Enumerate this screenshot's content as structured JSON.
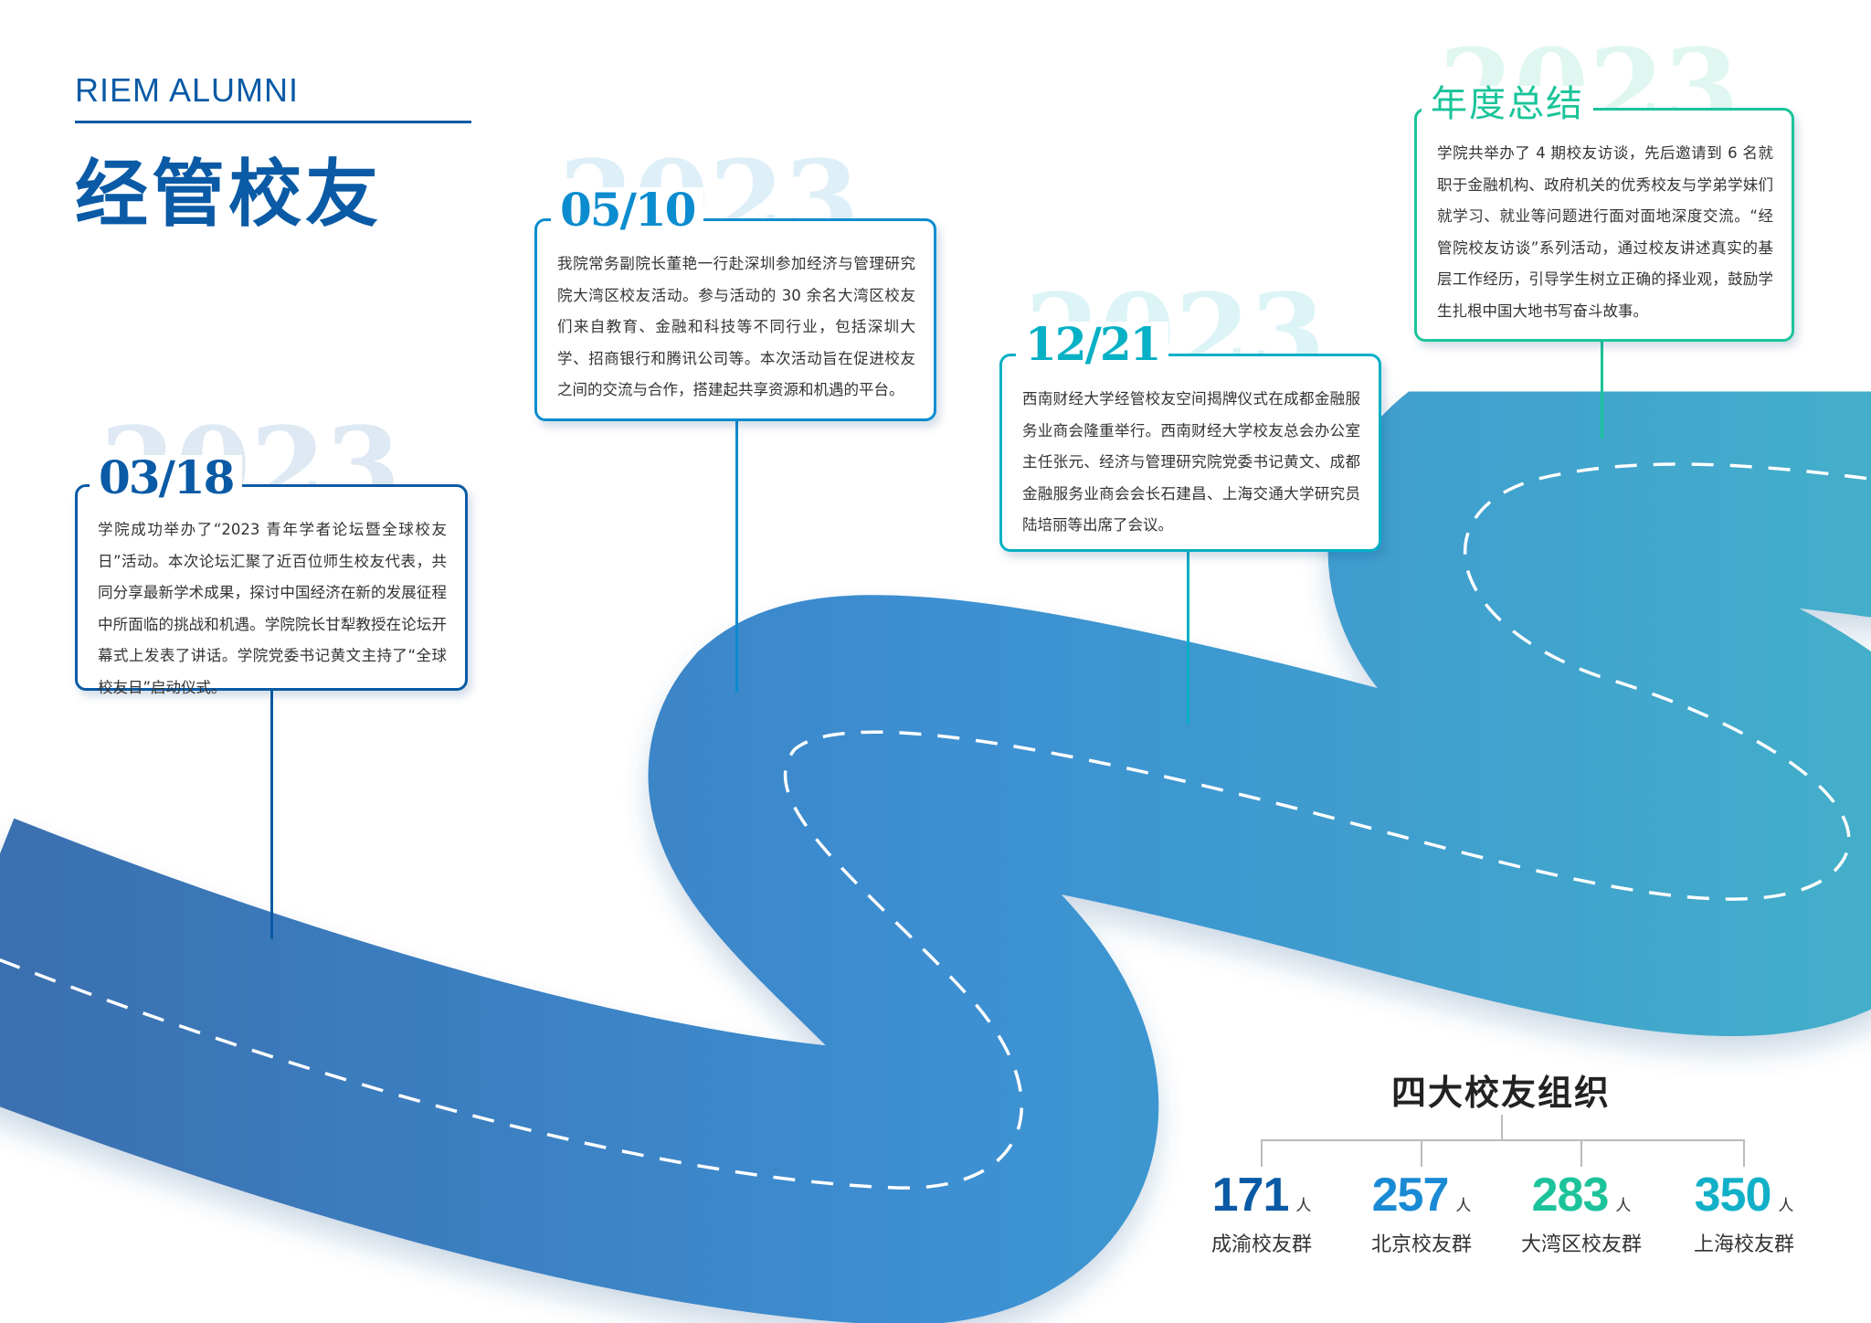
{
  "header": {
    "brand": "RIEM ALUMNI",
    "title": "经管校友"
  },
  "timeline": [
    {
      "year": "2023",
      "date": "03/18",
      "color": "#0a5aa5",
      "text": "学院成功举办了“2023 青年学者论坛暨全球校友日”活动。本次论坛汇聚了近百位师生校友代表，共同分享最新学术成果，探讨中国经济在新的发展征程中所面临的挑战和机遇。学院院长甘犁教授在论坛开幕式上发表了讲话。学院党委书记黄文主持了“全球校友日”启动仪式。"
    },
    {
      "year": "2023",
      "date": "05/10",
      "color": "#0b8ccf",
      "text": "我院常务副院长董艳一行赴深圳参加经济与管理研究院大湾区校友活动。参与活动的 30 余名大湾区校友们来自教育、金融和科技等不同行业，包括深圳大学、招商银行和腾讯公司等。本次活动旨在促进校友之间的交流与合作，搭建起共享资源和机遇的平台。"
    },
    {
      "year": "2023",
      "date": "12/21",
      "color": "#06b0c5",
      "text": "西南财经大学经管校友空间揭牌仪式在成都金融服务业商会隆重举行。西南财经大学校友总会办公室主任张元、经济与管理研究院党委书记黄文、成都金融服务业商会会长石建昌、上海交通大学研究员陆培丽等出席了会议。"
    },
    {
      "year": "2023",
      "date": "年度总结",
      "color": "#1bc49a",
      "text": "学院共举办了 4 期校友访谈，先后邀请到 6 名就职于金融机构、政府机关的优秀校友与学弟学妹们就学习、就业等问题进行面对面地深度交流。“经管院校友访谈”系列活动，通过校友讲述真实的基层工作经历，引导学生树立正确的择业观，鼓励学生扎根中国大地书写奋斗故事。"
    }
  ],
  "organizations": {
    "title": "四大校友组织",
    "unit": "人",
    "groups": [
      {
        "count": "171",
        "name": "成渝校友群",
        "color": "#0a5aa5"
      },
      {
        "count": "257",
        "name": "北京校友群",
        "color": "#1a8ad4"
      },
      {
        "count": "283",
        "name": "大湾区校友群",
        "color": "#1cc39a"
      },
      {
        "count": "350",
        "name": "上海校友群",
        "color": "#12b0c8"
      }
    ]
  }
}
